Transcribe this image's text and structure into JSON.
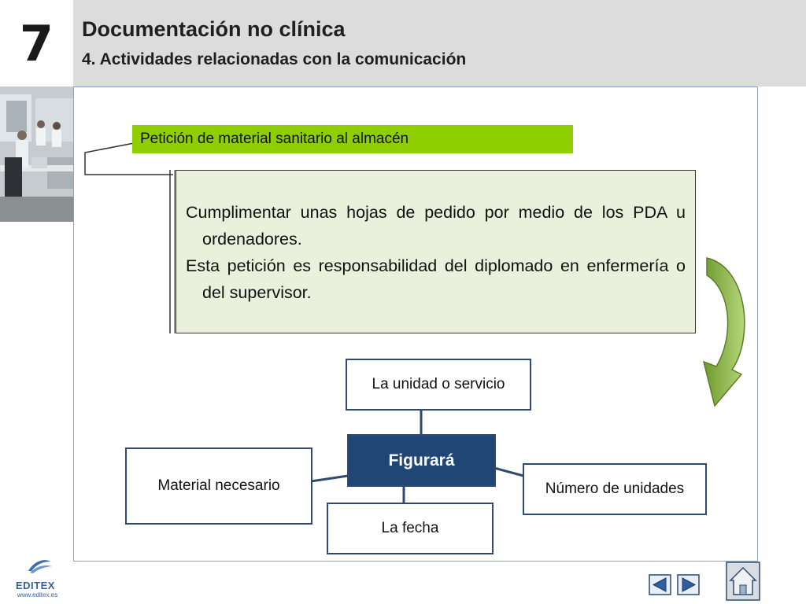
{
  "header": {
    "chapter": "7",
    "title": "Documentación no clínica",
    "subtitle": "4. Actividades relacionadas con la comunicación"
  },
  "section_label": "Petición de material sanitario al almacén",
  "info": {
    "paragraphs": [
      "Cumplimentar unas hojas de pedido por medio de los PDA u ordenadores.",
      "Esta petición es responsabilidad del diplomado en enfermería o del supervisor."
    ]
  },
  "diagram": {
    "center": "Figurará",
    "top": "La unidad o servicio",
    "left": "Material necesario",
    "right": "Número de unidades",
    "bottom": "La fecha"
  },
  "footer": {
    "brand": "EDITEX",
    "url": "www.editex.es"
  },
  "icons": {
    "prev": "prev-arrow-icon",
    "next": "next-arrow-icon",
    "home": "home-icon",
    "curved_arrow": "curved-arrow-icon"
  },
  "colors": {
    "header_bg": "#dcdcdc",
    "green_bar": "#8fce00",
    "info_bg": "#ebf0dc",
    "center_node": "#1f4675",
    "node_border": "#2e4a6e",
    "arrow_green": "#7aa33a"
  }
}
